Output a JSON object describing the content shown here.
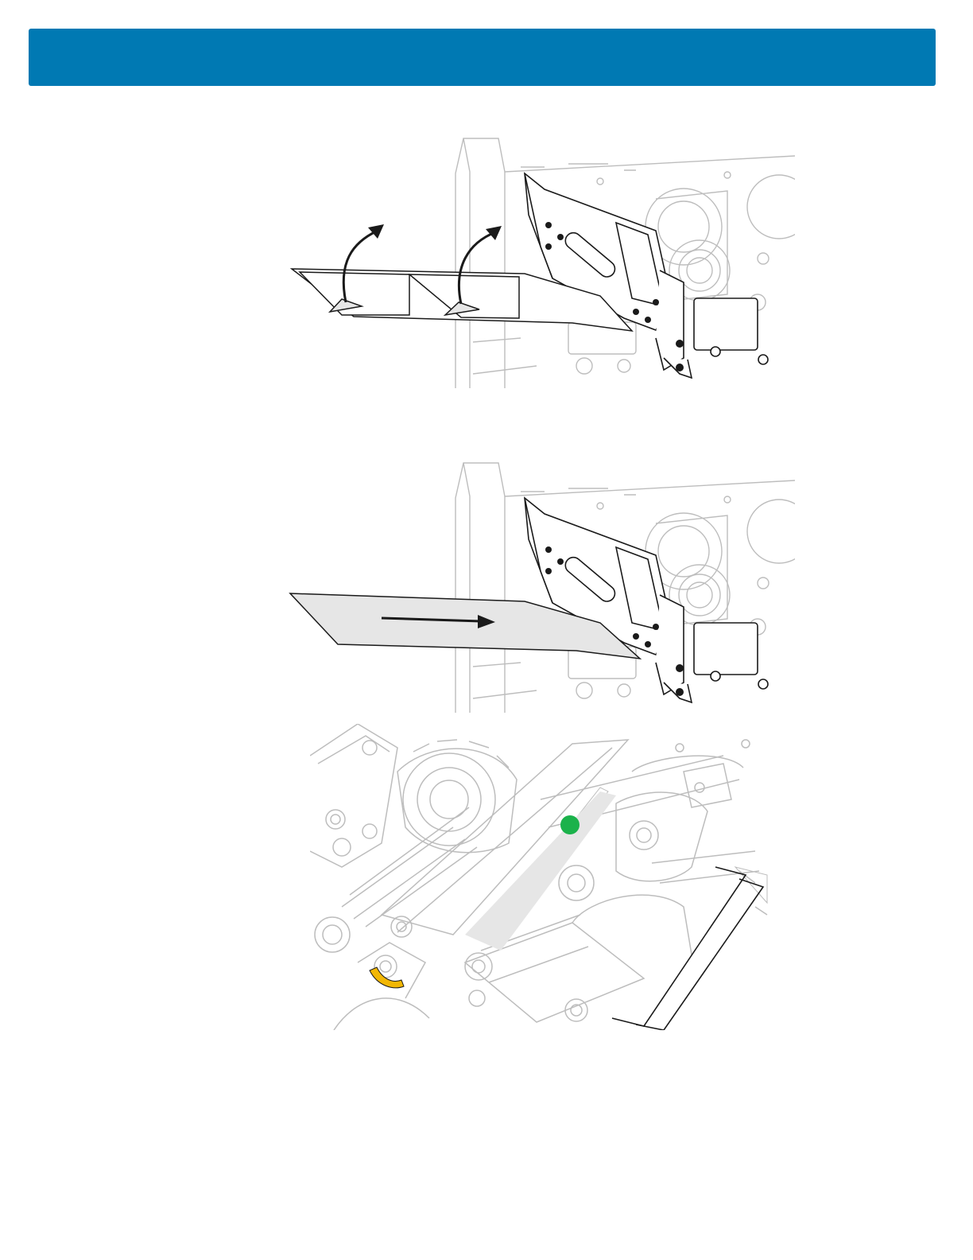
{
  "colors": {
    "header": "#0079b3",
    "line_dark": "#1a1a1a",
    "line_light": "#bdbdbd",
    "media_fill": "#e6e6e6",
    "indicator_green": "#1bb24b",
    "indicator_yellow": "#f2b705"
  },
  "figures": [
    {
      "icon": "remove-labels-illustration"
    },
    {
      "icon": "insert-liner-illustration"
    },
    {
      "icon": "media-path-closeup-illustration"
    }
  ]
}
